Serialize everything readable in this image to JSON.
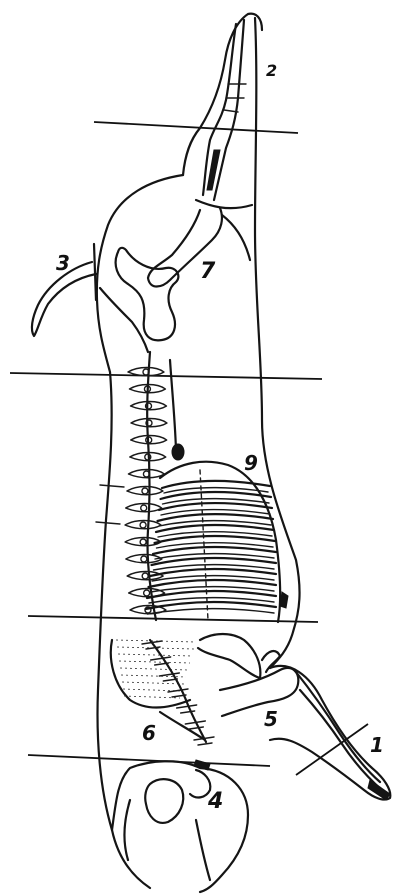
{
  "labels": {
    "l1": "1",
    "l2": "2",
    "l3": "3",
    "l4": "4",
    "l5": "5",
    "l6": "6",
    "l7": "7",
    "l9": "9"
  }
}
